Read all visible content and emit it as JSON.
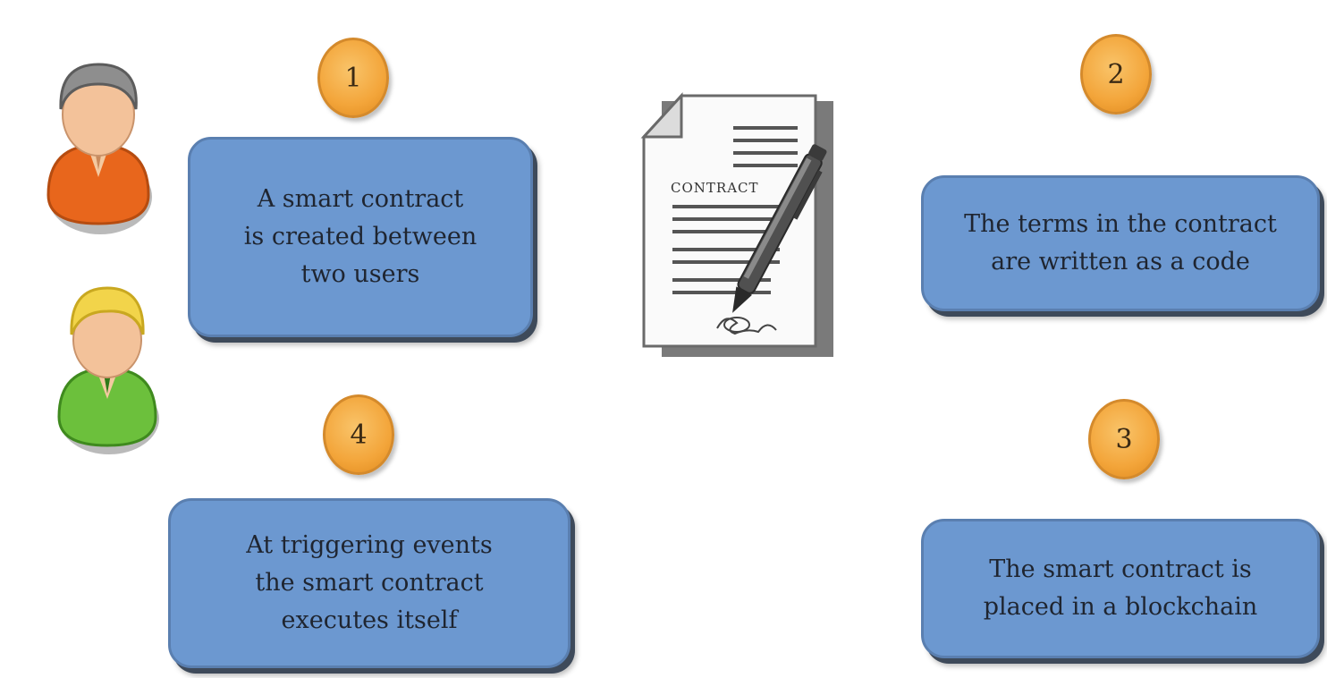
{
  "steps": [
    {
      "number": "1",
      "text": "A smart contract\nis created between\ntwo users"
    },
    {
      "number": "2",
      "text": "The terms in the contract\nare written as a code"
    },
    {
      "number": "3",
      "text": "The smart contract is\nplaced in a blockchain"
    },
    {
      "number": "4",
      "text": "At triggering events\nthe smart contract\nexecutes itself"
    }
  ],
  "document_title": "CONTRACT",
  "colors": {
    "box_fill": "#6c98d0",
    "badge_fill": "#f3a53a",
    "user1_shirt": "#e8661c",
    "user2_shirt": "#6cc03c"
  },
  "icons": [
    "user-icon",
    "user-icon",
    "contract-document-icon",
    "pen-icon"
  ]
}
